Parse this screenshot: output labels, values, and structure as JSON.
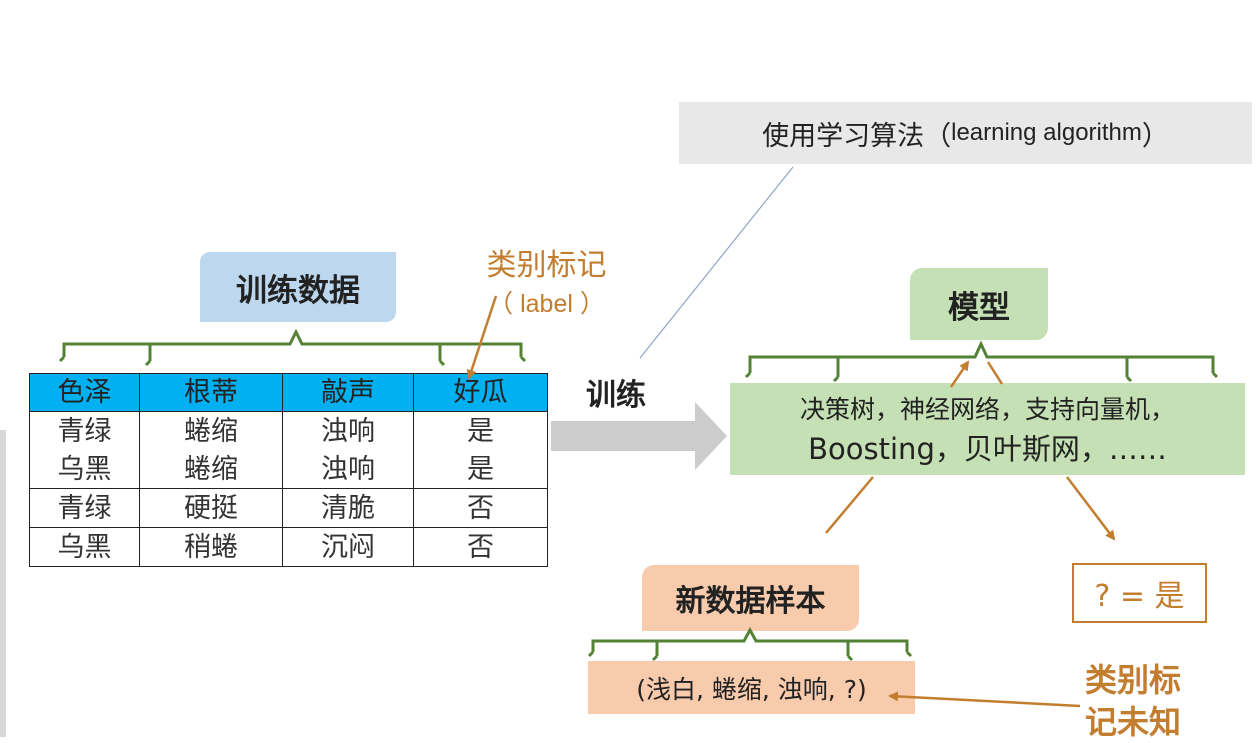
{
  "algorithm": {
    "cn": "使用学习算法",
    "open": "（",
    "en": "learning algorithm",
    "close": "）"
  },
  "training_data_title": "训练数据",
  "class_label": {
    "cn": "类别标记",
    "en": "（ label ）"
  },
  "table": {
    "headers": [
      "色泽",
      "根蒂",
      "敲声",
      "好瓜"
    ],
    "rows": [
      [
        "青绿",
        "蜷缩",
        "浊响",
        "是"
      ],
      [
        "乌黑",
        "蜷缩",
        "浊响",
        "是"
      ],
      [
        "青绿",
        "硬挺",
        "清脆",
        "否"
      ],
      [
        "乌黑",
        "稍蜷",
        "沉闷",
        "否"
      ]
    ]
  },
  "train_word": "训练",
  "model_title": "模型",
  "model_examples": {
    "line1": "决策树，神经网络，支持向量机，",
    "line2": "Boosting，贝叶斯网，……"
  },
  "new_data_title": "新数据样本",
  "sample": "(浅白, 蜷缩, 浊响, ?)",
  "result": "? = 是",
  "unknown_label": {
    "line1": "类别标",
    "line2": "记未知"
  },
  "colors": {
    "table_header": "#00b0f0",
    "train_title_bg": "#bdd7ee",
    "model_bg": "#c5e0b4",
    "new_data_bg": "#f8cbad",
    "label_orange": "#c37d2f",
    "brace_green": "#548235",
    "arrow_gray": "#cccccc"
  }
}
